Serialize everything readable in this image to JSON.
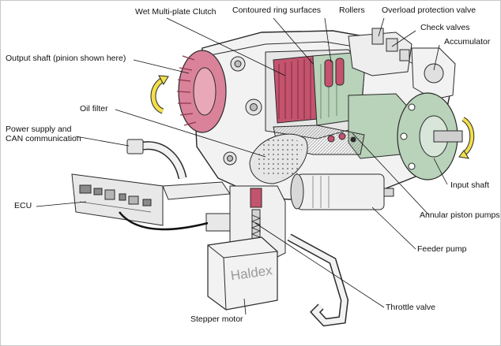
{
  "labels": {
    "wet_clutch": "Wet Multi-plate Clutch",
    "ring_surfaces": "Contoured ring surfaces",
    "rollers": "Rollers",
    "overload_valve": "Overload protection valve",
    "check_valves": "Check valves",
    "accumulator": "Accumulator",
    "output_shaft": "Output shaft (pinion shown here)",
    "oil_filter": "Oil filter",
    "power_supply_line1": "Power supply and",
    "power_supply_line2": "CAN communication",
    "ecu": "ECU",
    "input_shaft": "Input shaft",
    "annular_pumps": "Annular piston pumps",
    "feeder_pump": "Feeder pump",
    "throttle_valve": "Throttle valve",
    "stepper_motor": "Stepper motor"
  },
  "brand": "Haldex",
  "colors": {
    "housing": "#f2f2f2",
    "outline": "#2a2a2a",
    "pinion": "#d9829a",
    "clutch_red": "#c4536e",
    "pump_green": "#b9d2ba",
    "arrow_yellow": "#f3df4a"
  }
}
